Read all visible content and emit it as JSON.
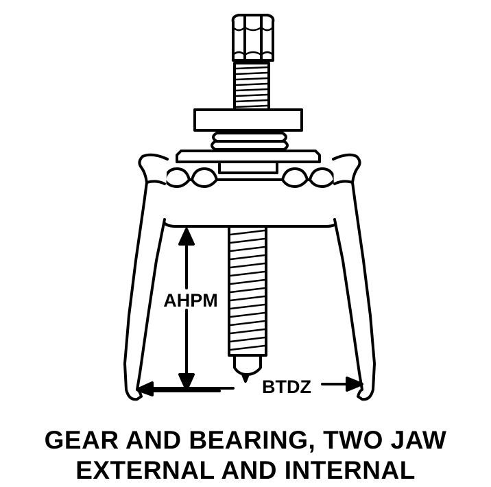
{
  "diagram": {
    "labels": {
      "vertical_dimension": "AHPM",
      "horizontal_dimension": "BTDZ"
    },
    "caption": {
      "line1": "GEAR AND BEARING, TWO JAW",
      "line2": "EXTERNAL AND INTERNAL"
    }
  }
}
